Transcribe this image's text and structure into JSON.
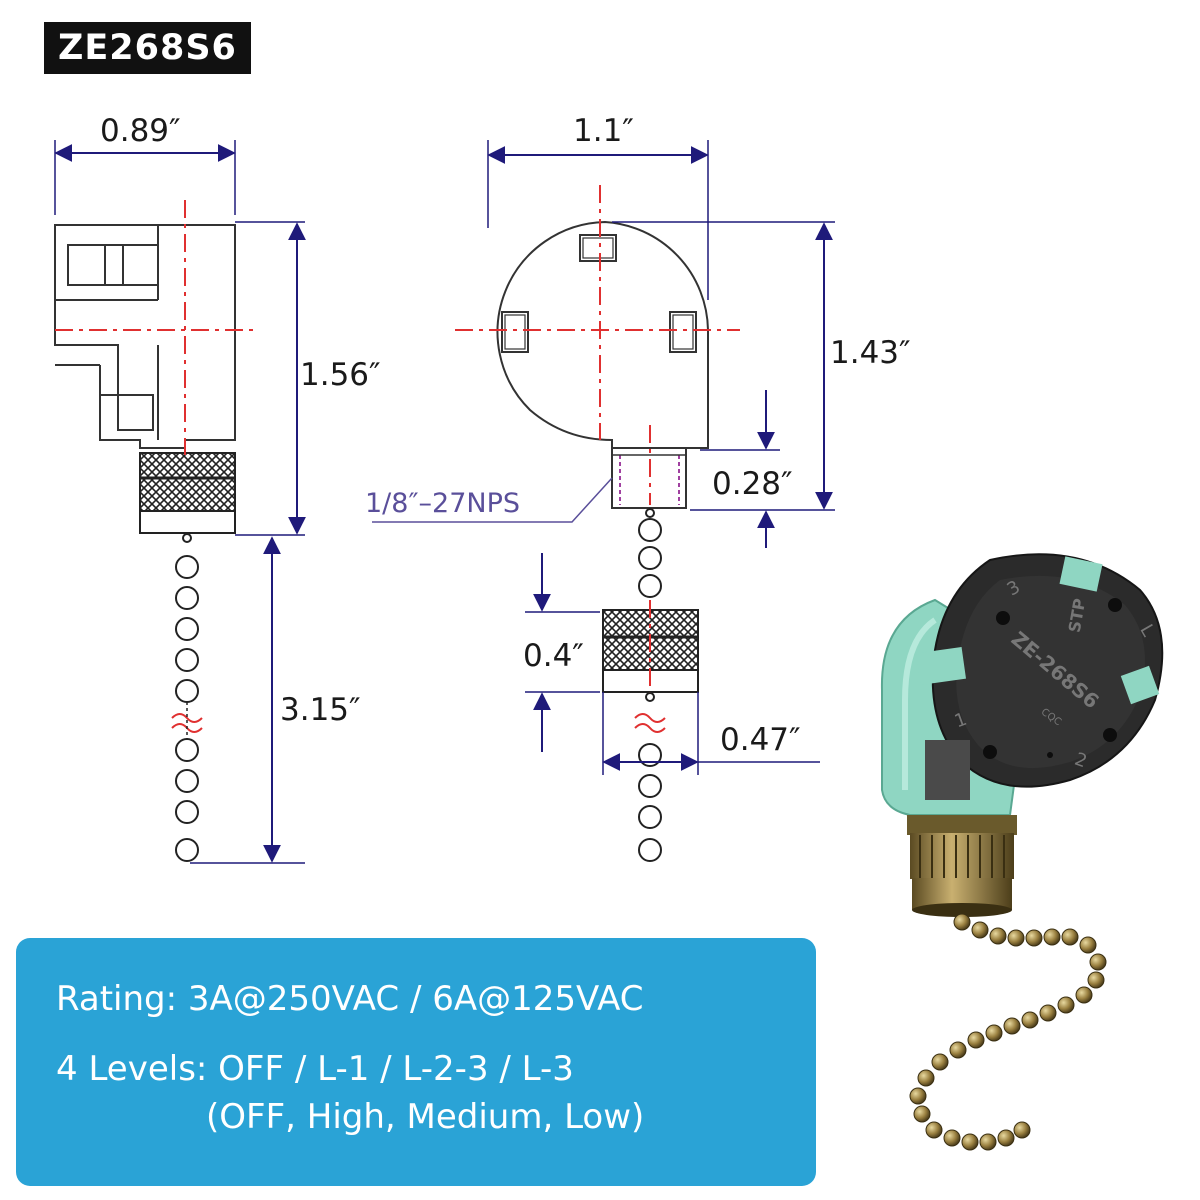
{
  "model": "ZE268S6",
  "dimensions": {
    "side_width": "0.89″",
    "side_height": "1.56″",
    "chain_length": "3.15″",
    "front_width": "1.1″",
    "front_height": "1.43″",
    "stem_length": "0.28″",
    "thread": "1/8″–27NPS",
    "knob_height": "0.4″",
    "knob_width": "0.47″"
  },
  "product_markings": {
    "model": "ZE-268S6",
    "brand": "STP",
    "cert": "CQC",
    "position_1": "1",
    "position_2": "2",
    "position_3": "3",
    "position_l": "L"
  },
  "specs": {
    "rating": "Rating: 3A@250VAC / 6A@125VAC",
    "levels": "4 Levels: OFF / L-1 / L-2-3 / L-3",
    "levels_note": "(OFF, High, Medium, Low)"
  },
  "colors": {
    "dimension_line": "#1f1a7a",
    "center_line": "#e03030",
    "panel": "#2aa3d6",
    "switch_teal": "#8fd6c2",
    "switch_black": "#2b2b2b",
    "brass": "#9a8040"
  }
}
